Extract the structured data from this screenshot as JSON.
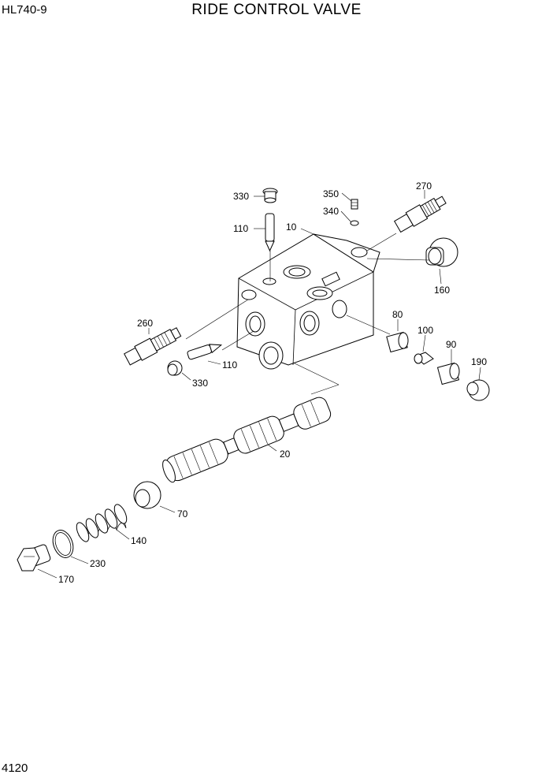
{
  "header": {
    "model": "HL740-9",
    "title": "RIDE CONTROL VALVE"
  },
  "footer": {
    "page_number": "4120"
  },
  "callouts": {
    "c330a": "330",
    "c350": "350",
    "c270": "270",
    "c340": "340",
    "c110a": "110",
    "c10": "10",
    "c160": "160",
    "c260": "260",
    "c80": "80",
    "c100": "100",
    "c90": "90",
    "c190": "190",
    "c110b": "110",
    "c330b": "330",
    "c20": "20",
    "c70": "70",
    "c140": "140",
    "c230": "230",
    "c170": "170"
  }
}
